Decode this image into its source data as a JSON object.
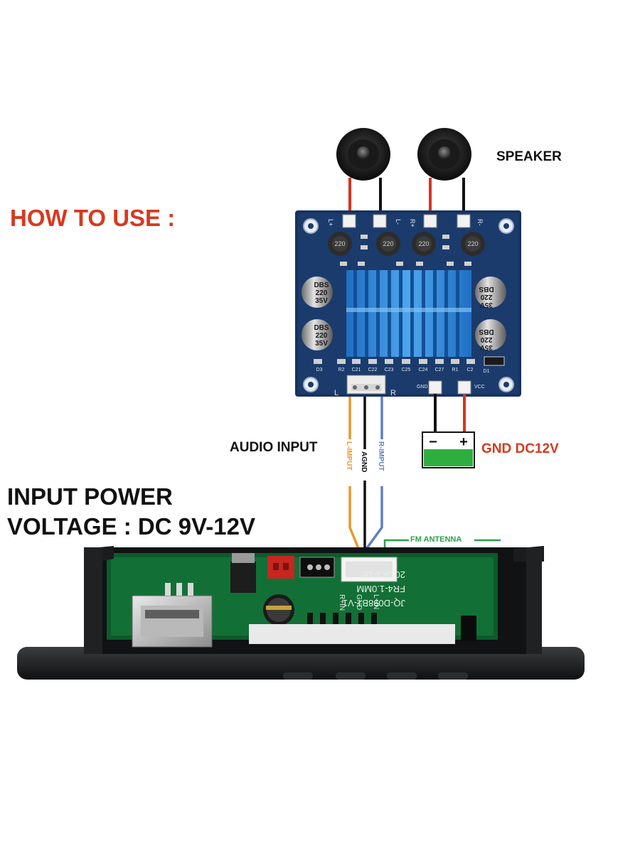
{
  "labels": {
    "how_to_use": "HOW TO USE :",
    "speaker": "SPEAKER",
    "audio_input": "AUDIO INPUT",
    "gnd_dc12v": "GND DC12V",
    "input_power_line1": "INPUT POWER",
    "input_power_line2": "VOLTAGE : DC 9V-12V",
    "fm_antenna": "FM ANTENNA"
  },
  "wire_labels": {
    "left": "L-IMPUT",
    "ground": "AGND",
    "right": "R-IMPUT"
  },
  "amp_board": {
    "speaker_pads": [
      "L+",
      "L-",
      "R+",
      "R-"
    ],
    "inductor_marks": [
      "220",
      "220",
      "220",
      "220"
    ],
    "capacitor_marks": [
      "DBS",
      "220",
      "35V"
    ],
    "component_refs": [
      "D3",
      "R2",
      "C21",
      "C22",
      "C23",
      "C25",
      "C24",
      "C27",
      "R1",
      "C2",
      "D1"
    ],
    "input_side_left": "L",
    "input_side_right": "R",
    "power_pads": [
      "GND",
      "VCC"
    ]
  },
  "battery": {
    "minus": "−",
    "plus": "+"
  },
  "player_board": {
    "pin_labels": [
      "R+IN",
      "GND",
      "L+IN"
    ],
    "silk_date": "2019-3-18",
    "silk_model": "FR4-1.0MM",
    "silk_code": "JQ-D098BT-V1"
  },
  "colors": {
    "title_red": "#d7391f",
    "label_black": "#111111",
    "wire_orange": "#e89a2c",
    "wire_blue": "#6080c0",
    "wire_red": "#d9331f",
    "wire_black": "#111111",
    "antenna_green": "#27a14a",
    "battery_green": "#2fae3f",
    "pcb_blue": "#17335f",
    "heatsink_blue": "#2f86d8",
    "pcb_green": "#0e5a2c",
    "panel_black": "#1a1c1d"
  }
}
